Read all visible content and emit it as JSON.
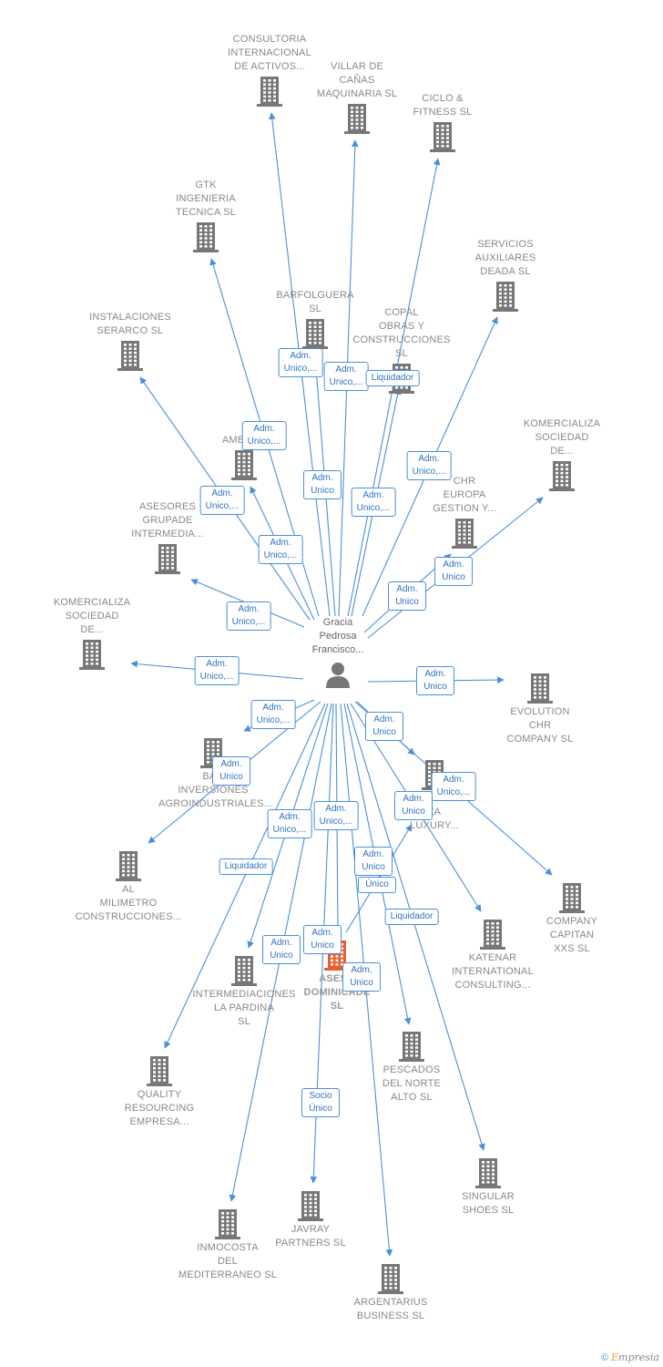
{
  "center": {
    "label": "Gracia\nPedrosa\nFrancisco..."
  },
  "colors": {
    "edge": "#4a90d9",
    "building": "#777777",
    "highlight": "#e8602c"
  },
  "nodes": [
    {
      "id": "consultoria",
      "label": "CONSULTORIA\nINTERNACIONAL\nDE ACTIVOS..."
    },
    {
      "id": "villar",
      "label": "VILLAR DE\nCAÑAS\nMAQUINARIA SL"
    },
    {
      "id": "ciclo",
      "label": "CICLO &\nFITNESS SL"
    },
    {
      "id": "gtk",
      "label": "GTK\nINGENIERIA\nTECNICA SL"
    },
    {
      "id": "servicios",
      "label": "SERVICIOS\nAUXILIARES\nDEADA SL"
    },
    {
      "id": "barfolguera",
      "label": "BARFOLGUERA\nSL"
    },
    {
      "id": "copal",
      "label": "COPAL\nOBRAS Y\nCONSTRUCCIONES SL"
    },
    {
      "id": "instalaciones",
      "label": "INSTALACIONES\nSERARCO SL"
    },
    {
      "id": "komercializa1",
      "label": "KOMERCIALIZA\nSOCIEDAD\nDE..."
    },
    {
      "id": "ambuar",
      "label": "AMBUAR"
    },
    {
      "id": "chr",
      "label": "CHR\nEUROPA\nGESTION Y..."
    },
    {
      "id": "asesores",
      "label": "ASESORES\nGRUPADE\nINTERMEDIA..."
    },
    {
      "id": "komercializa2",
      "label": "KOMERCIALIZA\nSOCIEDAD\nDE..."
    },
    {
      "id": "evolution",
      "label": "EVOLUTION\nCHR\nCOMPANY SL"
    },
    {
      "id": "bad",
      "label": "BAD\nINVERSIONES\nAGROINDUSTRIALES..."
    },
    {
      "id": "home",
      "label": "HOME\nZA\nLUXURY..."
    },
    {
      "id": "al",
      "label": "AL\nMILIMETRO\nCONSTRUCCIONES..."
    },
    {
      "id": "company",
      "label": "COMPANY\nCAPITAN\nXXS SL"
    },
    {
      "id": "katenar",
      "label": "KATENAR\nINTERNATIONAL\nCONSULTING..."
    },
    {
      "id": "asesodom",
      "label": "ASESO\nDOMINICADE\nSL"
    },
    {
      "id": "intermediaciones",
      "label": "INTERMEDIACIONES\nLA PARDINA\nSL"
    },
    {
      "id": "pescados",
      "label": "PESCADOS\nDEL NORTE\nALTO SL"
    },
    {
      "id": "quality",
      "label": "QUALITY\nRESOURCING\nEMPRESA..."
    },
    {
      "id": "singular",
      "label": "SINGULAR\nSHOES SL"
    },
    {
      "id": "javray",
      "label": "JAVRAY\nPARTNERS SL"
    },
    {
      "id": "inmocosta",
      "label": "INMOCOSTA\nDEL\nMEDITERRANEO SL"
    },
    {
      "id": "argentarius",
      "label": "ARGENTARIUS\nBUSINESS SL"
    }
  ],
  "badges": [
    {
      "id": "b_barfolguera",
      "label": "Adm.\nUnico,..."
    },
    {
      "id": "b_copal1",
      "label": "Adm.\nUnico,..."
    },
    {
      "id": "b_copal2",
      "label": "Liquidador"
    },
    {
      "id": "b_gtk",
      "label": "Adm.\nUnico,..."
    },
    {
      "id": "b_servicios",
      "label": "Adm.\nUnico,..."
    },
    {
      "id": "b_ambuar",
      "label": "Adm.\nUnico"
    },
    {
      "id": "b_instal",
      "label": "Adm.\nUnico,..."
    },
    {
      "id": "b_villar",
      "label": "Adm.\nUnico,..."
    },
    {
      "id": "b_ambuar2",
      "label": "Adm.\nUnico,..."
    },
    {
      "id": "b_chr",
      "label": "Adm.\nUnico"
    },
    {
      "id": "b_komer1",
      "label": "Adm.\nUnico"
    },
    {
      "id": "b_asesores",
      "label": "Adm.\nUnico,..."
    },
    {
      "id": "b_komer2",
      "label": "Adm.\nUnico,..."
    },
    {
      "id": "b_evolution",
      "label": "Adm.\nUnico"
    },
    {
      "id": "b_bad",
      "label": "Adm.\nUnico,..."
    },
    {
      "id": "b_al",
      "label": "Adm.\nUnico"
    },
    {
      "id": "b_home",
      "label": "Adm.\nUnico"
    },
    {
      "id": "b_company",
      "label": "Adm.\nUnico,..."
    },
    {
      "id": "b_katenar",
      "label": "Adm.\nUnico"
    },
    {
      "id": "b_inter",
      "label": "Adm.\nUnico,..."
    },
    {
      "id": "b_pescados",
      "label": "Adm.\nUnico,..."
    },
    {
      "id": "b_quality",
      "label": "Liquidador"
    },
    {
      "id": "b_asesodom",
      "label": "Adm.\nUnico"
    },
    {
      "id": "b_unico",
      "label": "Único"
    },
    {
      "id": "b_singular",
      "label": "Liquidador"
    },
    {
      "id": "b_inmocosta",
      "label": "Adm.\nUnico"
    },
    {
      "id": "b_javray1",
      "label": "Adm.\nUnico"
    },
    {
      "id": "b_argent",
      "label": "Adm.\nUnico"
    },
    {
      "id": "b_javray2",
      "label": "Socio\nÚnico"
    }
  ],
  "footer": {
    "copyright": "©",
    "brand_initial": "E",
    "brand_rest": "mpresia"
  }
}
